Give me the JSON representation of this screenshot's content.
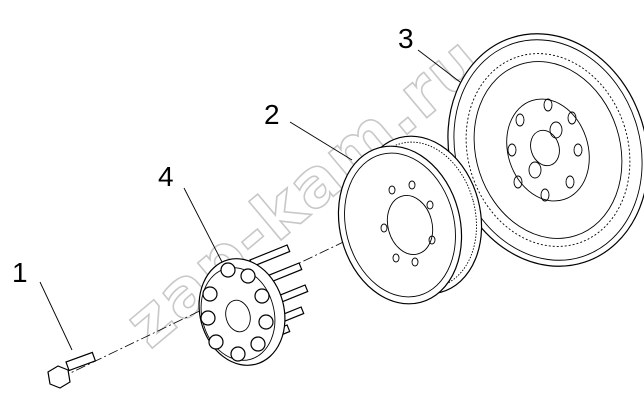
{
  "diagram": {
    "callouts": [
      {
        "id": "1",
        "label": "1"
      },
      {
        "id": "2",
        "label": "2"
      },
      {
        "id": "3",
        "label": "3"
      },
      {
        "id": "4",
        "label": "4"
      }
    ],
    "watermark": "zap-kam.ru"
  }
}
